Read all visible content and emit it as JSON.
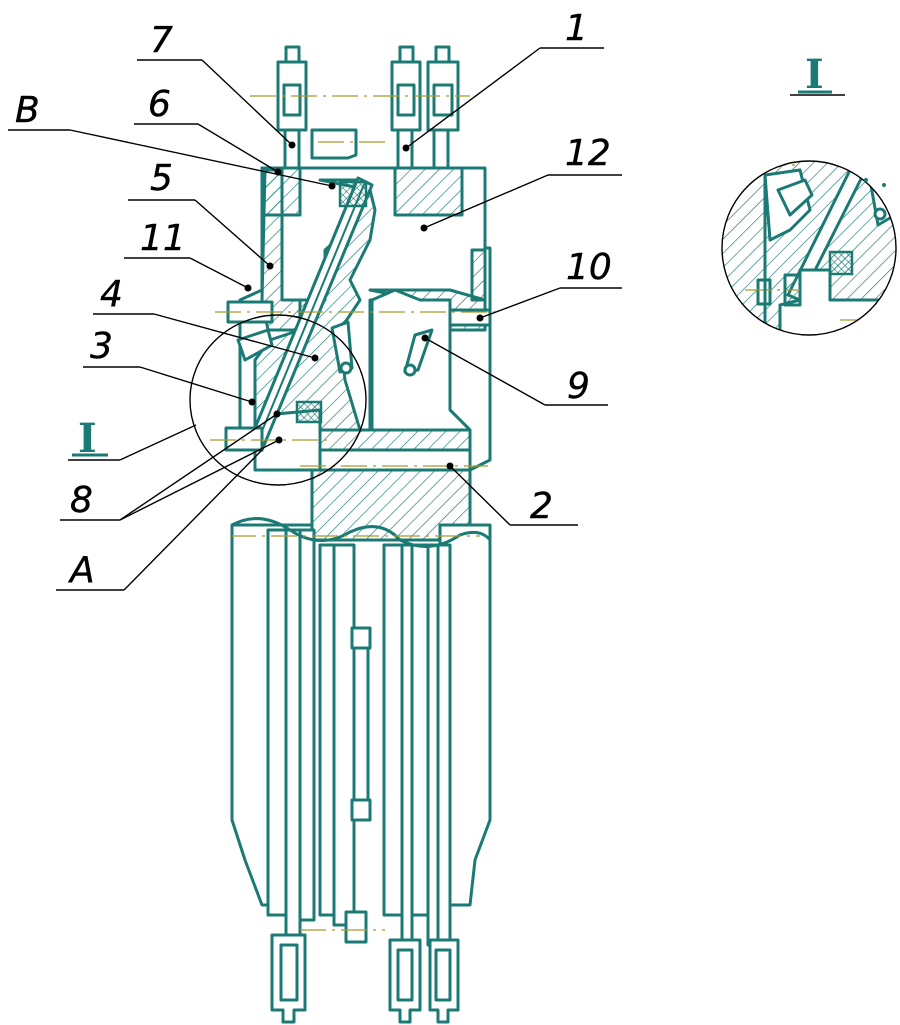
{
  "labels": {
    "n1": "1",
    "n2": "2",
    "n3": "3",
    "n4": "4",
    "n5": "5",
    "n6": "6",
    "n7": "7",
    "n8": "8",
    "n9": "9",
    "n10": "10",
    "n11": "11",
    "n12": "12",
    "A": "A",
    "B": "B",
    "detail_main": "I",
    "detail_view": "I"
  },
  "colors": {
    "outline": "#1b7a74",
    "axis_line": "#a89a2a",
    "leader": "#000000"
  }
}
